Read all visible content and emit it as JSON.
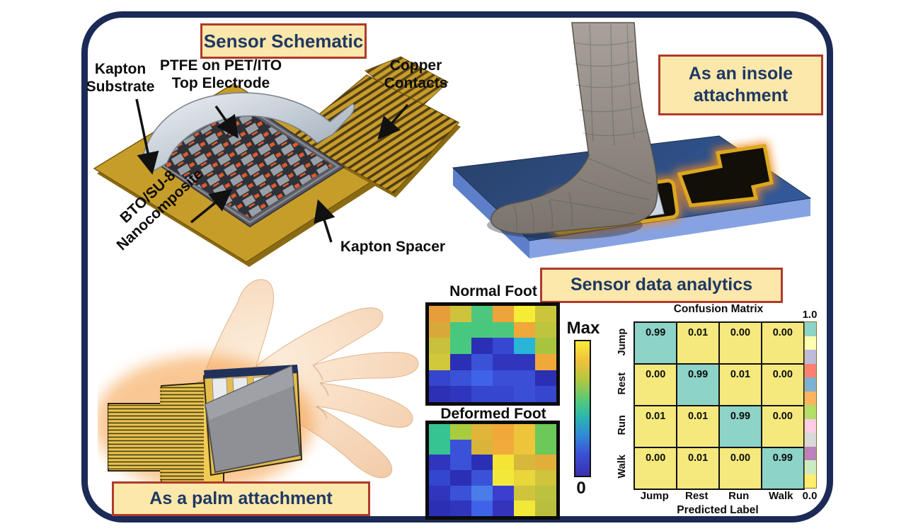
{
  "figure": {
    "border_color": "#1b2a56",
    "background": "#ffffff",
    "title_box_fill": "#fce8ab",
    "title_box_border": "#b03a2a",
    "title_box_text": "#1f3864"
  },
  "schematic": {
    "title": "Sensor Schematic",
    "labels": {
      "kapton_substrate": "Kapton Substrate",
      "ptfe_top_electrode": "PTFE on PET/ITO Top Electrode",
      "copper_contacts": "Copper Contacts",
      "bto_su8": "BTO/SU-8 Nanocomposite",
      "kapton_spacer": "Kapton Spacer"
    }
  },
  "insole": {
    "title": "As an insole attachment"
  },
  "palm": {
    "title": "As a palm attachment"
  },
  "analytics": {
    "title": "Sensor data analytics",
    "heatmaps": [
      {
        "label": "Normal Foot",
        "cells": [
          [
            "#e79d39",
            "#cfc33c",
            "#4ec77e",
            "#eda43a",
            "#f6ec35",
            "#c9c63c"
          ],
          [
            "#d8a93a",
            "#47c87e",
            "#47c87e",
            "#4ec77e",
            "#f0a839",
            "#bfc43d"
          ],
          [
            "#c9c13c",
            "#47c87e",
            "#2b2fb3",
            "#3748d0",
            "#28b5d8",
            "#a8c43e"
          ],
          [
            "#d2c83b",
            "#2b2fb3",
            "#3a52d8",
            "#2f35bd",
            "#2f35bd",
            "#f0a839"
          ],
          [
            "#3545ce",
            "#3a52d8",
            "#3f63e8",
            "#3a4fd6",
            "#3a4fd6",
            "#2b2fb3"
          ],
          [
            "#2d2fb4",
            "#2f35bd",
            "#3646cf",
            "#3646cf",
            "#3a4fd6",
            "#3646cf"
          ]
        ]
      },
      {
        "label": "Deformed Foot",
        "cells": [
          [
            "#35c492",
            "#a9cc3e",
            "#e0b53a",
            "#f0a939",
            "#edc43a",
            "#6cc858"
          ],
          [
            "#35c492",
            "#3a52d8",
            "#d8b43b",
            "#f0ab3a",
            "#eec53a",
            "#6cc858"
          ],
          [
            "#2f35bd",
            "#3a52d8",
            "#2b2fb3",
            "#f4e434",
            "#d8b83b",
            "#e2ae3a"
          ],
          [
            "#3346cf",
            "#2b2fb3",
            "#3a52d8",
            "#f2e83a",
            "#e8d63a",
            "#cfc43c"
          ],
          [
            "#2f35bd",
            "#3a52d8",
            "#4a7de8",
            "#3a3fd0",
            "#cfc43c",
            "#bcc23d"
          ],
          [
            "#2b2fb3",
            "#2f35bd",
            "#3f63e8",
            "#3333bb",
            "#f2e839",
            "#b9bf3d"
          ]
        ]
      }
    ],
    "value_colorbar": {
      "max_label": "Max",
      "min_label": "0",
      "gradient": [
        "#f9ec35 0%",
        "#eec13c 15%",
        "#b5c73d 28%",
        "#51c87e 45%",
        "#2cb6ac 56%",
        "#3289d8 70%",
        "#3a50d6 84%",
        "#3b2fae 100%"
      ]
    },
    "confusion_matrix": {
      "title": "Confusion Matrix",
      "xlabel": "Predicted Label",
      "row_labels": [
        "Jump",
        "Rest",
        "Run",
        "Walk"
      ],
      "col_labels": [
        "Jump",
        "Rest",
        "Run",
        "Walk"
      ],
      "values": [
        [
          "0.99",
          "0.01",
          "0.00",
          "0.00"
        ],
        [
          "0.00",
          "0.99",
          "0.01",
          "0.00"
        ],
        [
          "0.01",
          "0.01",
          "0.99",
          "0.00"
        ],
        [
          "0.00",
          "0.01",
          "0.00",
          "0.99"
        ]
      ],
      "diagonal_color": "#8dd3c7",
      "off_diagonal_color": "#f5e97e",
      "colorbar": {
        "top_label": "1.0",
        "bottom_label": "0.0",
        "colors": [
          "#8dd3c7",
          "#ffffb3",
          "#bebada",
          "#fb8072",
          "#80b1d3",
          "#fdb462",
          "#b3de69",
          "#fccde5",
          "#d9d9d9",
          "#bc80bd",
          "#ccebc5",
          "#ffed6f"
        ]
      }
    }
  }
}
